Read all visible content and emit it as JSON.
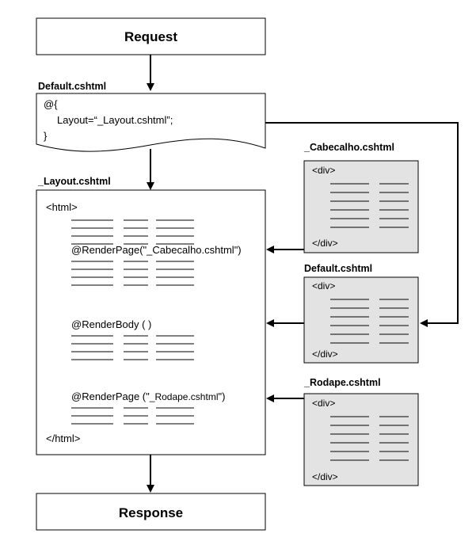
{
  "request": {
    "label": "Request"
  },
  "response": {
    "label": "Response"
  },
  "default_view": {
    "label": "Default.cshtml",
    "code": [
      "@{",
      "Layout=“_Layout.cshtml”;",
      "}"
    ]
  },
  "layout": {
    "label": "_Layout.cshtml",
    "html_open": "<html>",
    "html_close": "</html>",
    "render_header": "@RenderPage(\"_Cabecalho.cshtml\")",
    "render_body": "@RenderBody ( )",
    "render_footer_prefix": "@RenderPage (\"",
    "render_footer_file": "_Rodape.cshtml",
    "render_footer_suffix": "\")"
  },
  "partials": [
    {
      "label": "_Cabecalho.cshtml",
      "open": "<div>",
      "close": "</div>"
    },
    {
      "label": "Default.cshtml",
      "open": "<div>",
      "close": "</div>"
    },
    {
      "label": "_Rodape.cshtml",
      "open": "<div>",
      "close": "</div>"
    }
  ]
}
